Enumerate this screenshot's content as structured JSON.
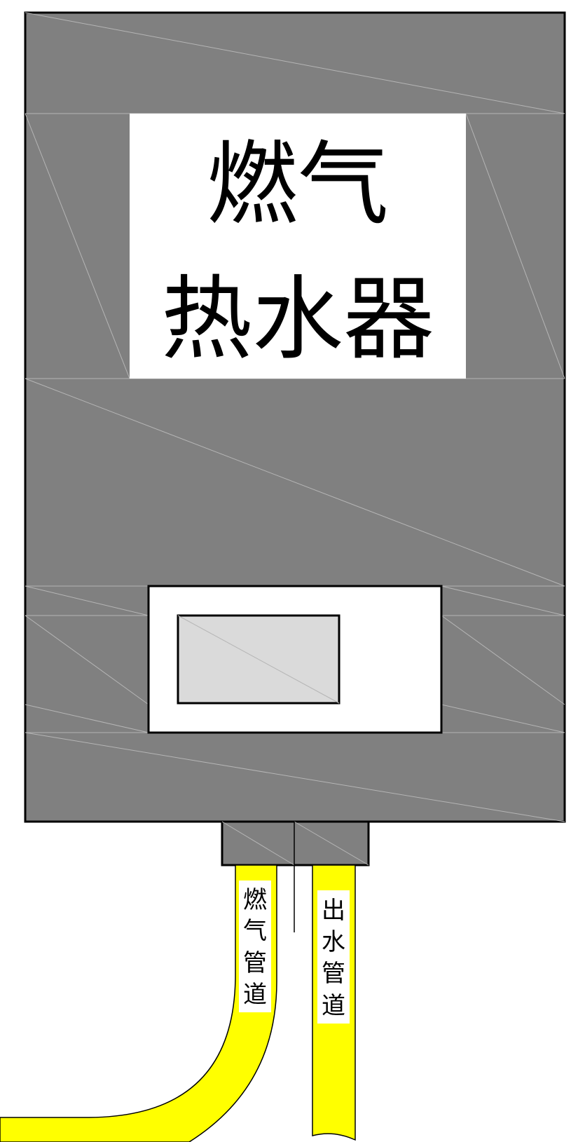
{
  "heater": {
    "title_line1": "燃气",
    "title_line2": "热水器",
    "body_color": "#808080",
    "label_bg": "#ffffff",
    "display_color": "#dadada"
  },
  "pipes": {
    "gas_label": [
      "燃",
      "气",
      "管",
      "道"
    ],
    "water_label": [
      "出",
      "水",
      "管",
      "道"
    ],
    "pipe_color": "#ffff00"
  }
}
